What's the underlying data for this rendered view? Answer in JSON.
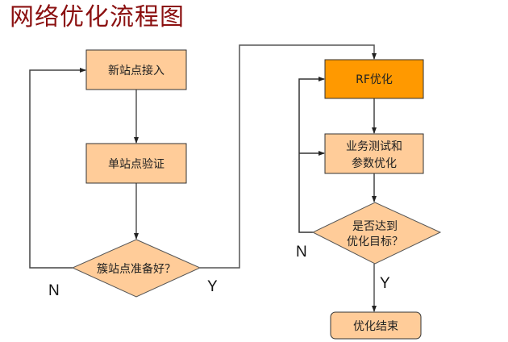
{
  "title": "网络优化流程图",
  "colors": {
    "title": "#8b1010",
    "box_fill": "#ffcc99",
    "highlight_fill": "#ff9900",
    "stroke": "#333333"
  },
  "nodes": {
    "new_site_access": {
      "label": "新站点接入"
    },
    "single_site_verify": {
      "label": "单站点验证"
    },
    "cluster_ready": {
      "label": "簇站点准备好？"
    },
    "rf_optimization": {
      "label": "RF优化"
    },
    "service_test_line1": {
      "label": "业务测试和"
    },
    "service_test_line2": {
      "label": "参数优化"
    },
    "target_reached_line1": {
      "label": "是否达到"
    },
    "target_reached_line2": {
      "label": "优化目标？"
    },
    "optimization_end": {
      "label": "优化结束"
    }
  },
  "edge_labels": {
    "cluster_no": "N",
    "cluster_yes": "Y",
    "target_no": "N",
    "target_yes": "Y"
  }
}
